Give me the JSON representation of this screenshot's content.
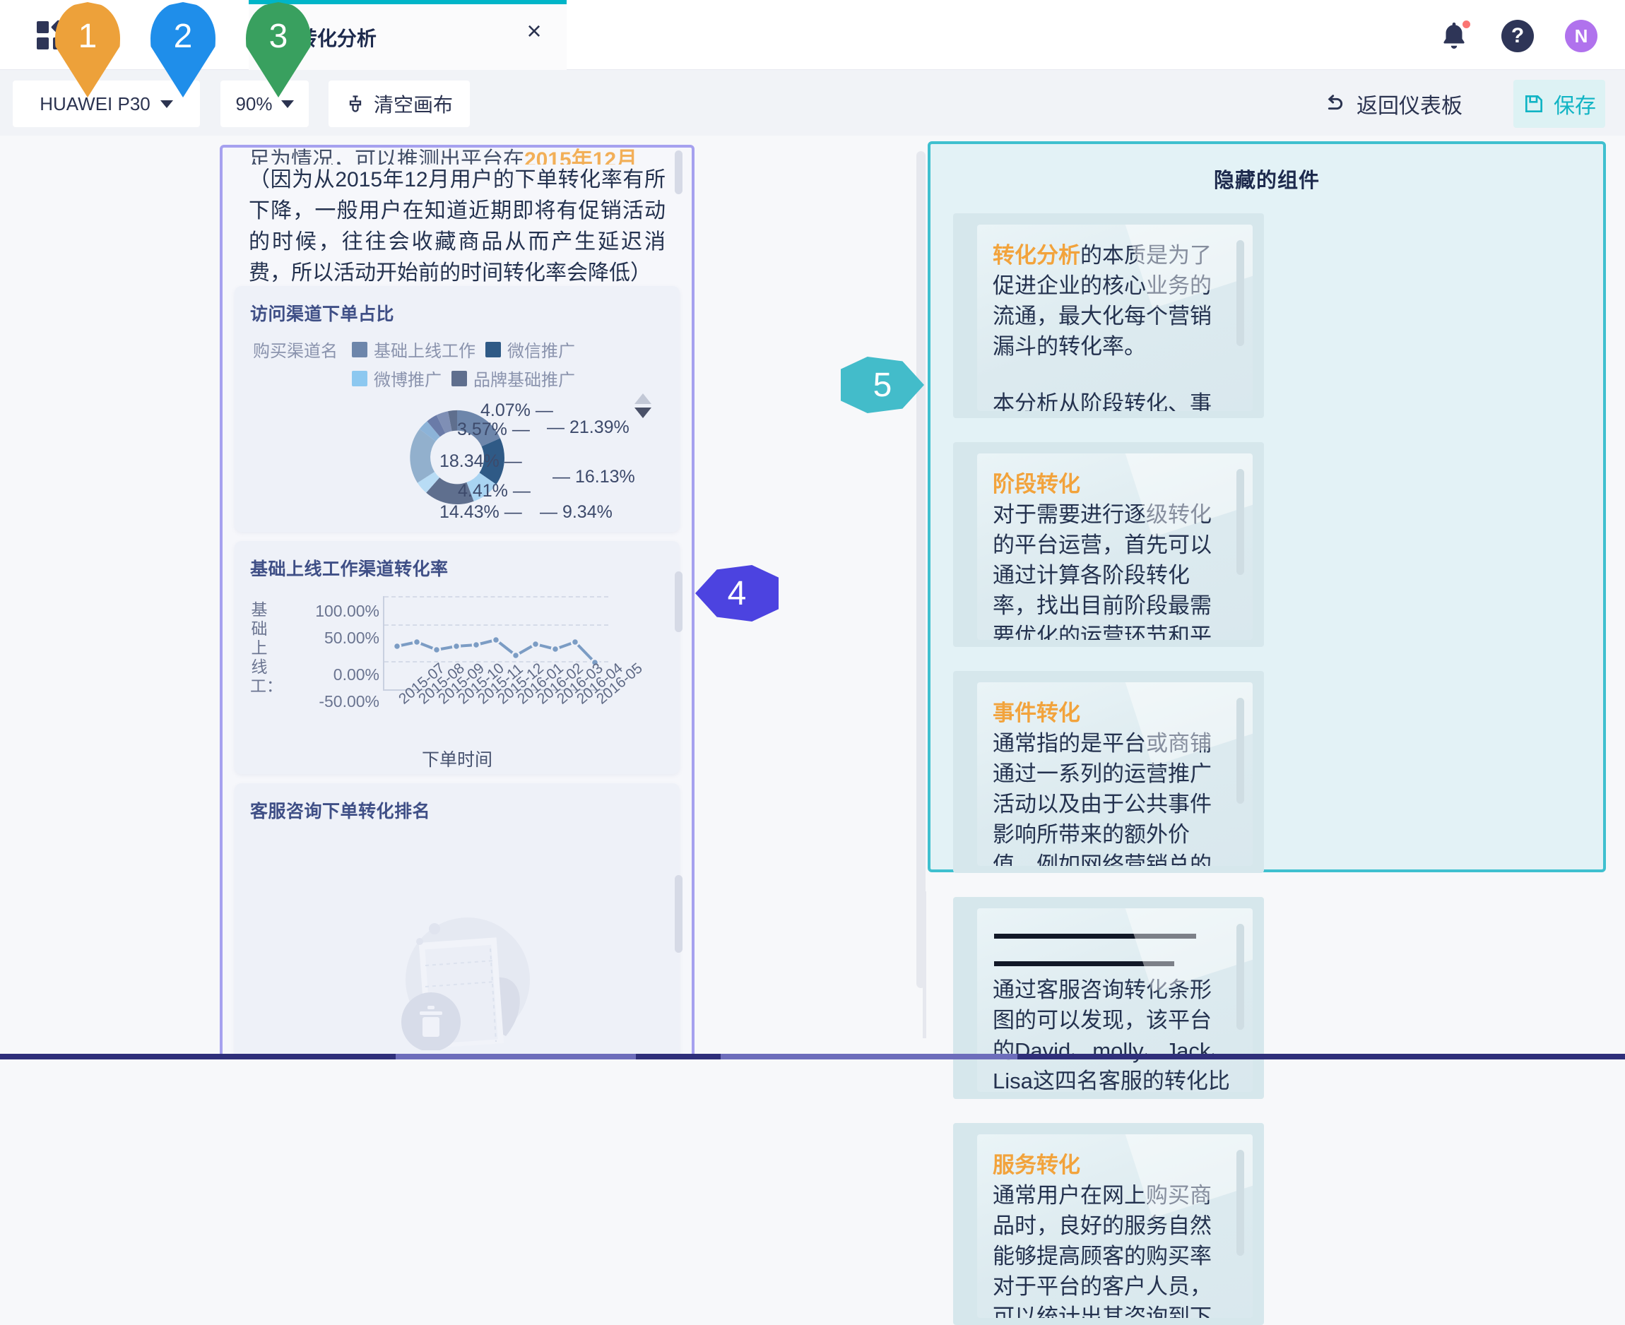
{
  "topbar": {
    "app_icon": "grid-apps-icon",
    "tab": {
      "icon": "orange-document-icon",
      "title": "*转化分析",
      "close": "×"
    },
    "notification_icon": "bell-icon",
    "help_icon": "question-mark-icon",
    "avatar_initial": "N"
  },
  "toolbar": {
    "device": "HUAWEI P30",
    "zoom": "90%",
    "clear_canvas": "清空画布",
    "clear_icon": "brush-icon",
    "back_to_dashboard": "返回仪表板",
    "back_icon": "undo-arrow-icon",
    "save": "保存",
    "save_icon": "floppy-disk-icon"
  },
  "annotations": [
    {
      "number": "1",
      "color": "#eda13a",
      "target": "device-selector"
    },
    {
      "number": "2",
      "color": "#1f8eea",
      "target": "zoom-selector"
    },
    {
      "number": "3",
      "color": "#39a05f",
      "target": "clear-canvas-button"
    },
    {
      "number": "4",
      "color": "#4c43e0",
      "target": "phone-preview-canvas"
    },
    {
      "number": "5",
      "color": "#43bcca",
      "target": "hidden-components-panel"
    }
  ],
  "phone_preview": {
    "note_card": {
      "line_clipped": "足为情况，可以推测出平台在",
      "line_clipped_hl": "2015年12月",
      "body": "（因为从2015年12月用户的下单转化率有所下降，一般用户在知道近期即将有促销活动的时候，往往会收藏商品从而产生延迟消费，所以活动开始前的时间转化率会降低）"
    },
    "pie_card": {
      "title": "访问渠道下单占比",
      "legend_name": "购买渠道名",
      "legend": [
        {
          "label": "基础上线工作",
          "color": "#6d86ab"
        },
        {
          "label": "微信推广",
          "color": "#2f5a86"
        },
        {
          "label": "微博推广",
          "color": "#8cc8f0"
        },
        {
          "label": "品牌基础推广",
          "color": "#5f6f8e"
        }
      ],
      "scroll_up_icon": "triangle-up-icon",
      "scroll_down_icon": "triangle-down-icon"
    },
    "line_card": {
      "title": "基础上线工作渠道转化率",
      "ylabel": "基础上线工：",
      "xlabel": "下单时间"
    },
    "rank_card": {
      "title": "客服咨询下单转化排名",
      "empty_icon": "empty-trash-illustration"
    }
  },
  "hidden_panel": {
    "title": "隐藏的组件",
    "cards": [
      {
        "heading": "转化分析",
        "body": "的本质是为了促进企业的核心业务的流通，最大化每个营销漏斗的转化率。",
        "body2": "本分析从阶段转化、事件转化、服务转化三个"
      },
      {
        "heading": "阶段转化",
        "body": "对于需要进行逐级转化的平台运营，首先可以通过计算各阶段转化率，找出目前阶段最需要优化的运营环节和平台，有效地进行针对性"
      },
      {
        "heading": "事件转化",
        "body": "通常指的是平台或商铺通过一系列的运营推广活动以及由于公共事件影响所带来的额外价值，例如网络营销总的SEO 关键词投放、折扣"
      },
      {
        "heading": "",
        "body": "通过客服咨询转化条形图的可以发现，该平台的David、molly、Jack、Lisa这四名客服的转化比较优秀，其他",
        "has_rules": true
      },
      {
        "heading": "服务转化",
        "body": "通常用户在网上购买商品时，良好的服务自然能够提高顾客的购买率对于平台的客户人员，可以统计出其咨询到下单的节点转化情况，并"
      }
    ]
  },
  "chart_data": [
    {
      "type": "pie",
      "title": "访问渠道下单占比",
      "labels": [
        "21.39%",
        "16.13%",
        "9.34%",
        "14.43%",
        "4.41%",
        "18.34%",
        "3.57%",
        "4.07%"
      ],
      "values": [
        21.39,
        16.13,
        9.34,
        14.43,
        4.41,
        18.34,
        3.57,
        4.07
      ],
      "colors": [
        "#6d86ab",
        "#2f5a86",
        "#a9d4f2",
        "#5f6f8e",
        "#b8dcf5",
        "#92b0cd",
        "#6a7ba8",
        "#5f6f8e"
      ],
      "legend": [
        "基础上线工作",
        "微信推广",
        "微博推广",
        "品牌基础推广"
      ],
      "legend_position": "top"
    },
    {
      "type": "line",
      "title": "基础上线工作渠道转化率",
      "xlabel": "下单时间",
      "ylabel": "基础上线工：",
      "categories": [
        "2015-07",
        "2015-08",
        "2015-09",
        "2015-10",
        "2015-11",
        "2015-12",
        "2016-01",
        "2016-02",
        "2016-03",
        "2016-04",
        "2016-05"
      ],
      "values": [
        27,
        34,
        23,
        28,
        30,
        37,
        12,
        31,
        24,
        34,
        -2
      ],
      "yticks": [
        "100.00%",
        "50.00%",
        "0.00%",
        "-50.00%"
      ],
      "ylim": [
        -75,
        125
      ],
      "grid": true,
      "color": "#7b9cc4"
    }
  ]
}
